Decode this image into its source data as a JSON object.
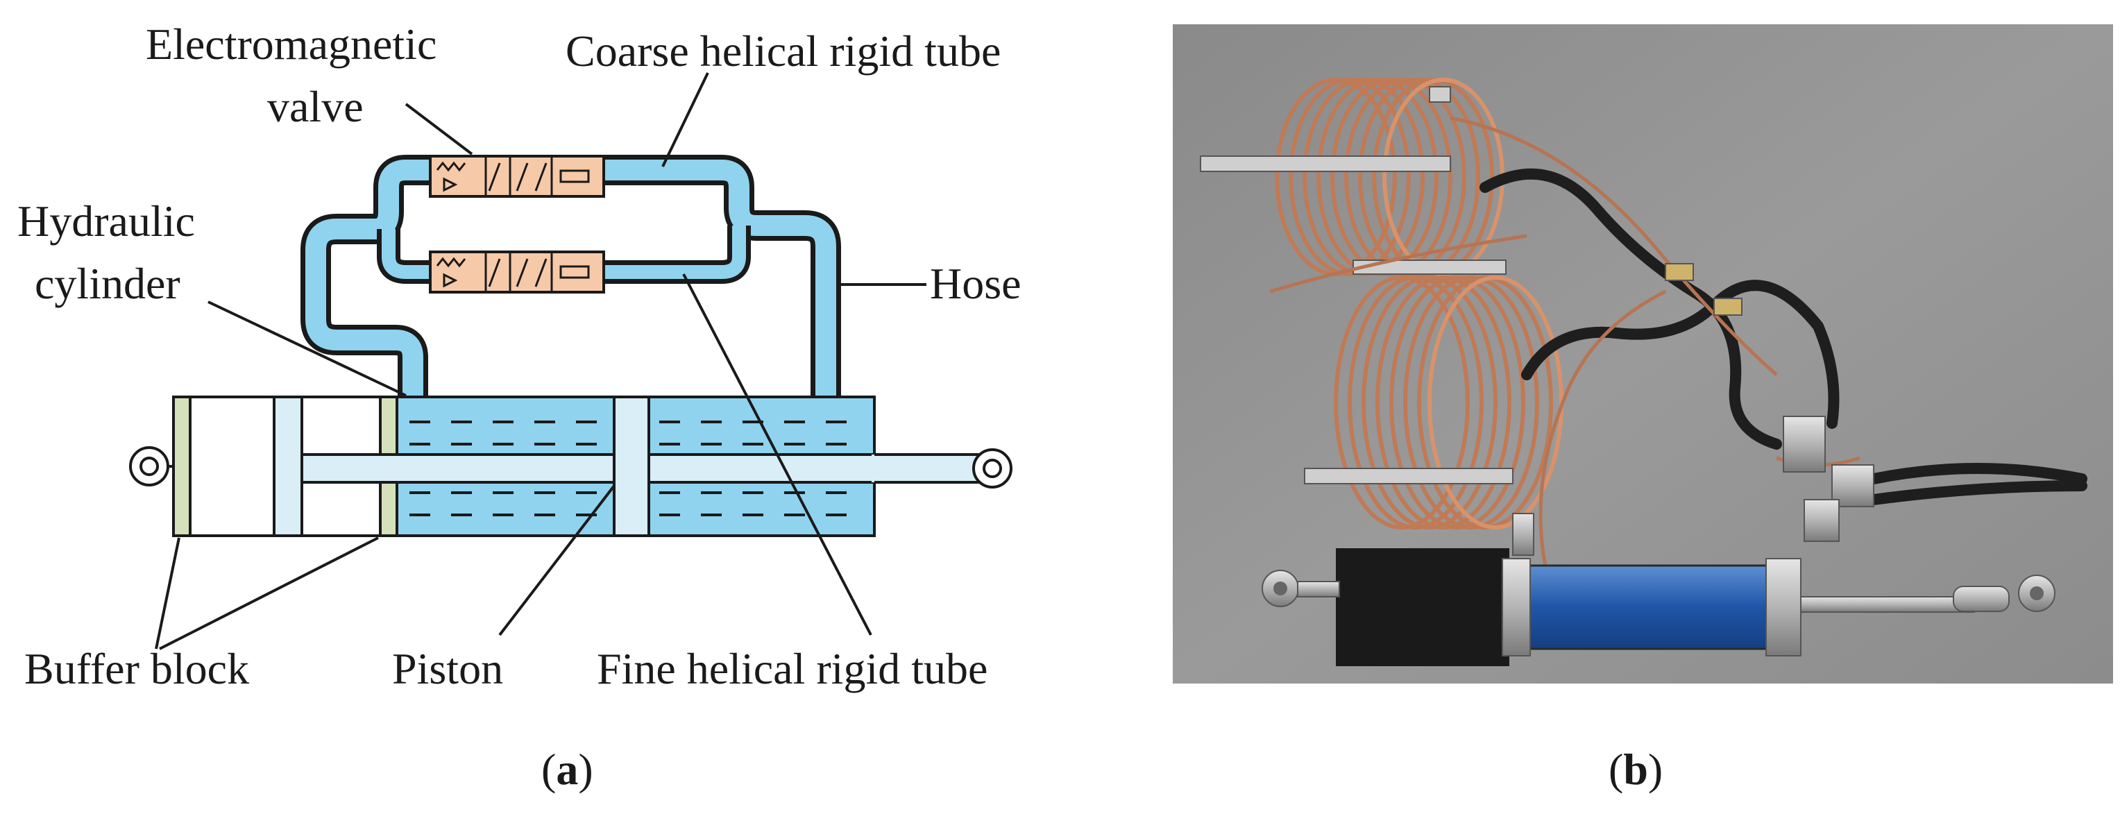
{
  "panel_a": {
    "caption_letter": "a",
    "labels": {
      "electromagnetic_line1": "Electromagnetic",
      "electromagnetic_line2": "valve",
      "coarse_tube": "Coarse helical rigid tube",
      "hydraulic_line1": "Hydraulic",
      "hydraulic_line2": "cylinder",
      "hose": "Hose",
      "buffer_block": "Buffer block",
      "piston": "Piston",
      "fine_tube": "Fine helical rigid tube"
    },
    "colors": {
      "fluid": "#8fd3ef",
      "rod": "#d9eef6",
      "valve": "#f6c9a8",
      "buffer": "#d5e1bb",
      "outline": "#1a1a1a"
    }
  },
  "panel_b": {
    "caption_letter": "b",
    "photo_description_icon": "photo-of-helical-damper"
  }
}
